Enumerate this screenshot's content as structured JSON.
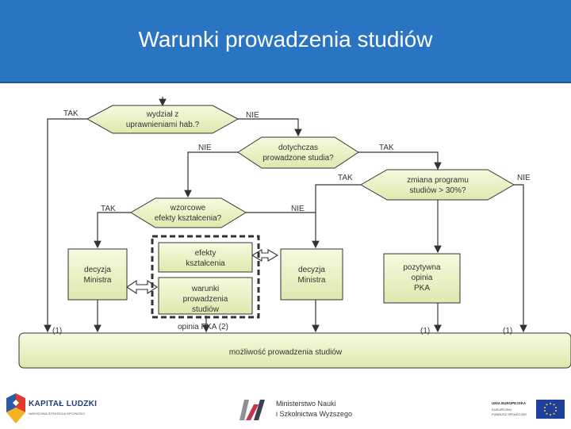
{
  "slide": {
    "title": "Warunki prowadzenia studiów"
  },
  "diagram": {
    "d1": {
      "line1": "wydział z",
      "line2": "uprawnieniami hab.?",
      "left_branch": "TAK",
      "right_branch": "NIE"
    },
    "d2": {
      "line1": "dotychczas",
      "line2": "prowadzone studia?",
      "left_branch": "NIE",
      "right_branch": "TAK"
    },
    "d3": {
      "line1": "zmiana programu",
      "line2": "studiów > 30%?",
      "left_branch": "TAK",
      "right_branch": "NIE"
    },
    "d4": {
      "line1": "wzorcowe",
      "line2": "efekty kształcenia?",
      "left_branch": "TAK",
      "right_branch": "NIE"
    },
    "box_minister_left": {
      "line1": "decyzja",
      "line2": "Ministra"
    },
    "box_minister_right": {
      "line1": "decyzja",
      "line2": "Ministra"
    },
    "box_efekty": {
      "line1": "efekty",
      "line2": "kształcenia"
    },
    "box_warunki": {
      "line1": "warunki",
      "line2": "prowadzenia",
      "line3": "studiów"
    },
    "box_pka": {
      "line1": "pozytywna",
      "line2": "opinia",
      "line3": "PKA"
    },
    "note_left": "(1)",
    "note_opinia": "opinia PKA (2)",
    "note_mid_right": "(1)",
    "note_right": "(1)",
    "result": "możliwość prowadzenia studiów"
  },
  "logos": {
    "kapital_name": "KAPITAŁ LUDZKI",
    "kapital_sub": "NARODOWA STRATEGIA SPÓJNOŚCI",
    "ministry_line1": "Ministerstwo Nauki",
    "ministry_line2": "i Szkolnictwa Wyższego",
    "eu_line1": "UNIA EUROPEJSKA",
    "eu_line2": "EUROPEJSKI",
    "eu_line3": "FUNDUSZ SPOŁECZNY"
  },
  "colors": {
    "banner": "#2a74c4",
    "box_fill": "#eef5cc",
    "diamond_fill": "#eef5cc",
    "result_fill": "#eef5cc",
    "line": "#333333"
  }
}
